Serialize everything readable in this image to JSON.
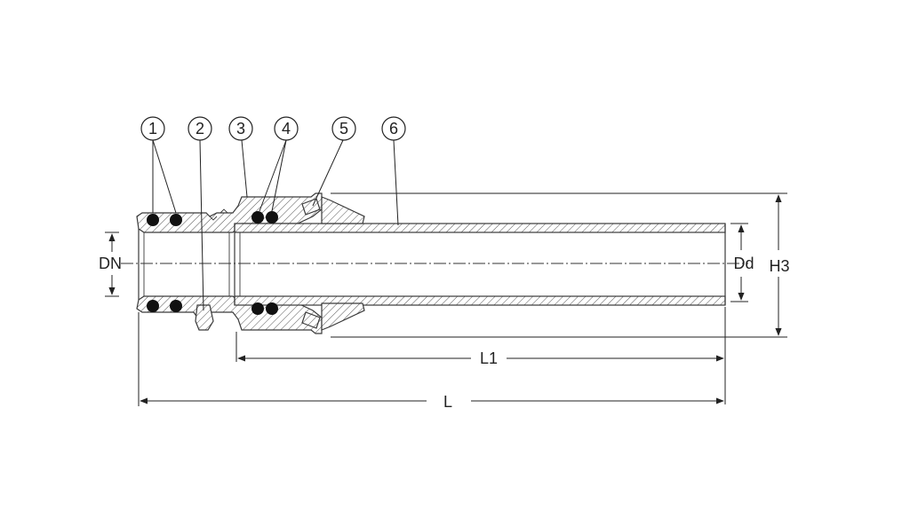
{
  "callouts": [
    "1",
    "2",
    "3",
    "4",
    "5",
    "6"
  ],
  "dimensions": {
    "dn": "DN",
    "dd": "Dd",
    "h3": "H3",
    "l1": "L1",
    "l": "L"
  }
}
